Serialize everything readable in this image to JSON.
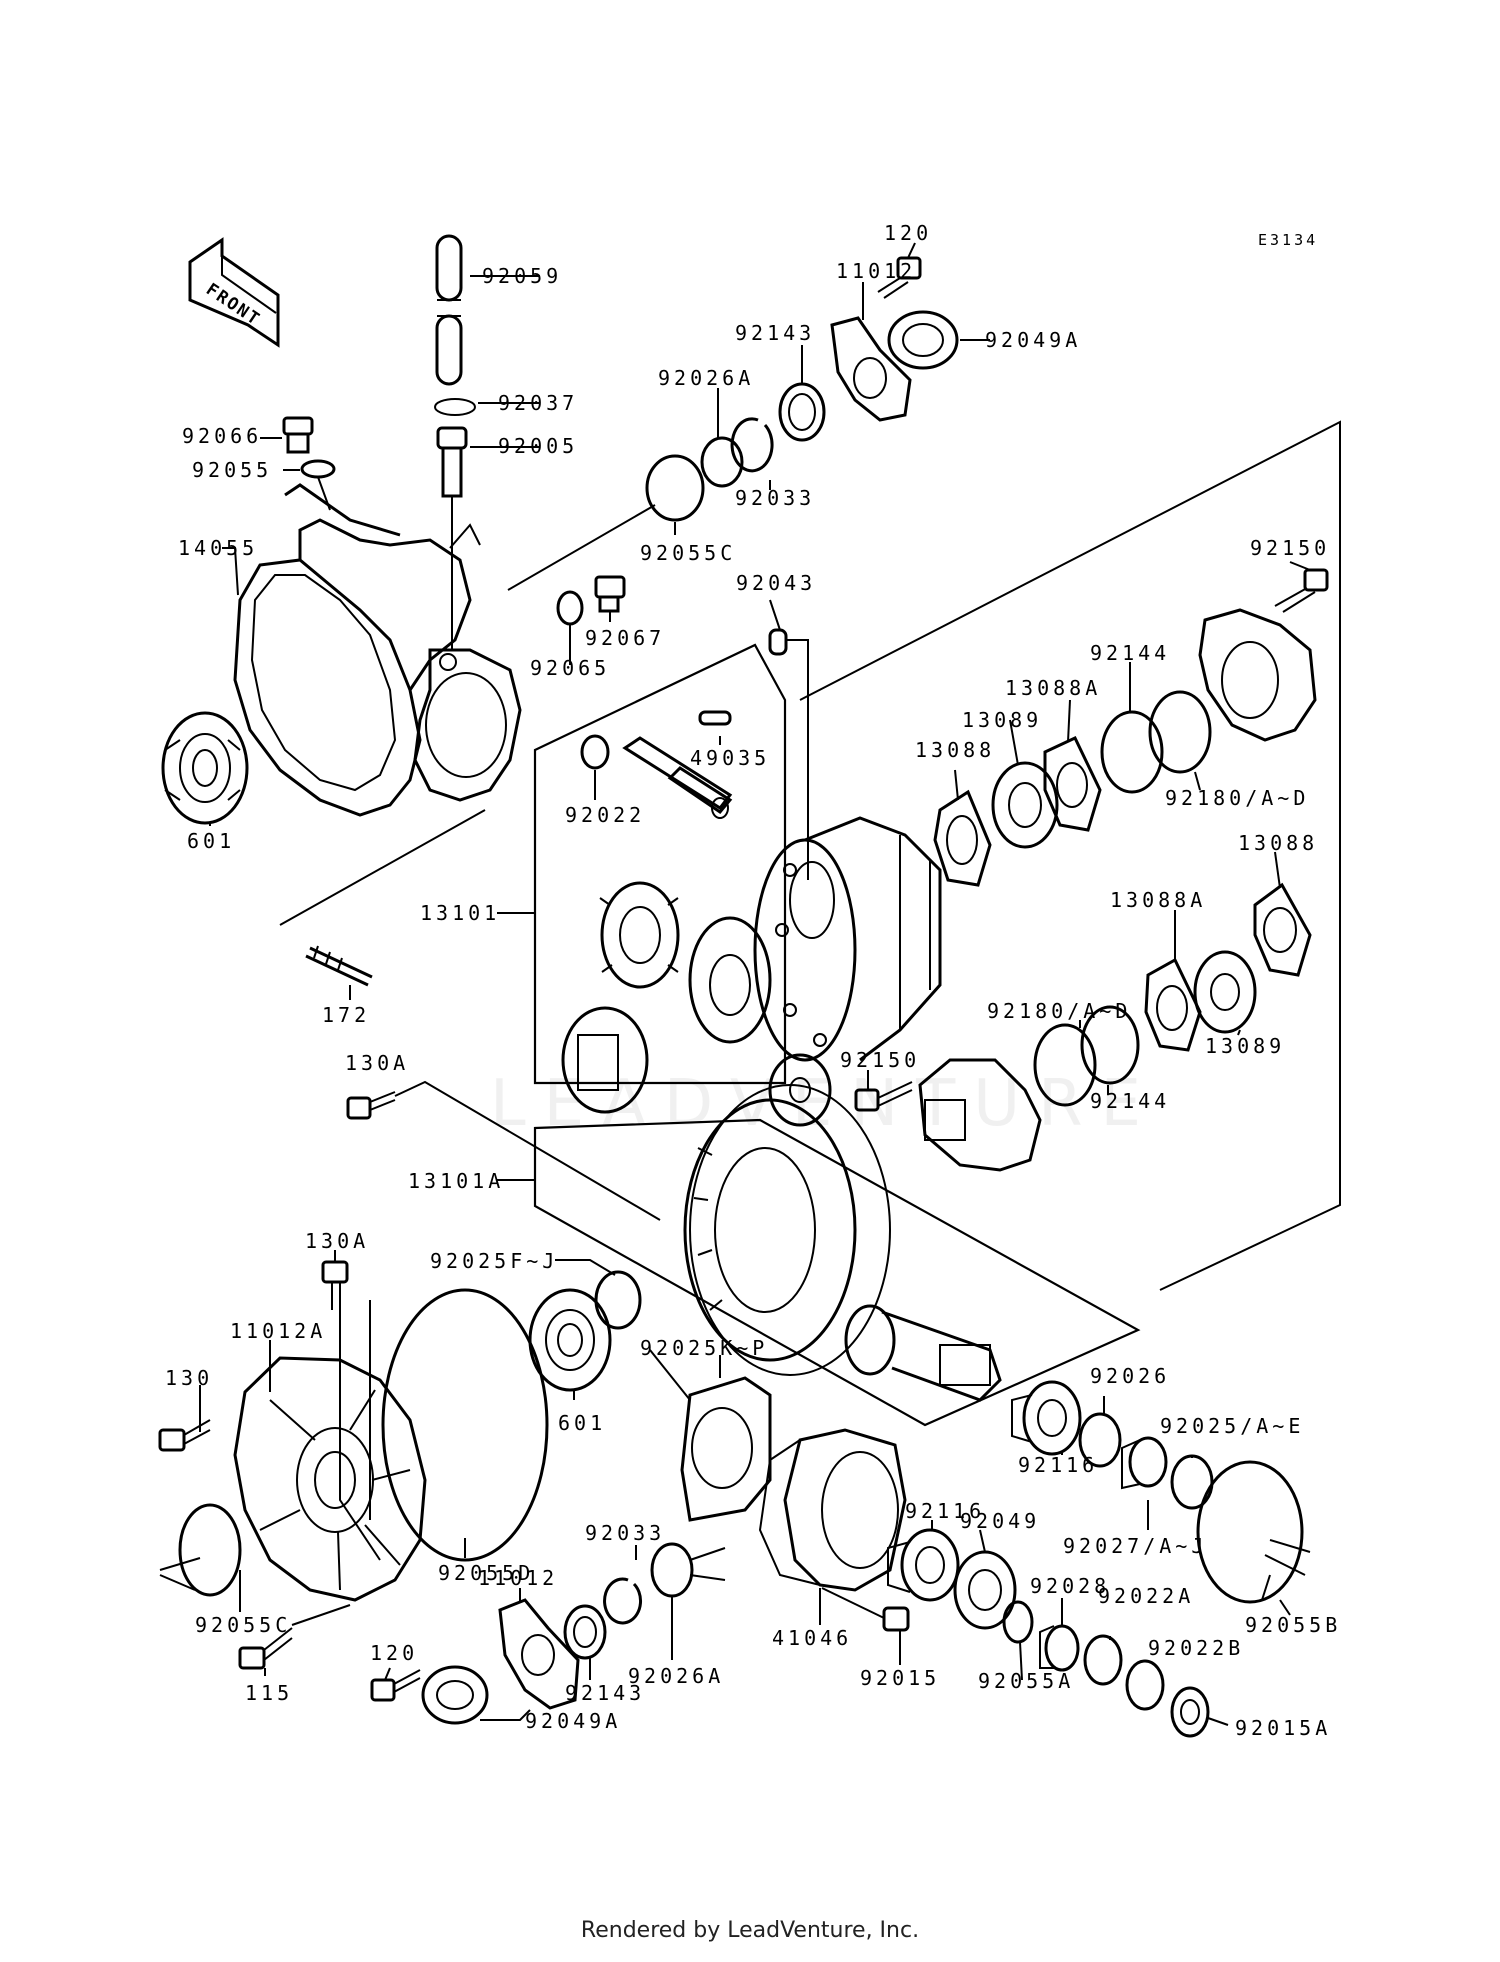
{
  "diagram_code": "E3134",
  "front_label": "FRONT",
  "watermark": "LEADVENTURE",
  "credit": "Rendered by LeadVenture, Inc.",
  "callouts": [
    {
      "id": "c-120-top",
      "text": "120"
    },
    {
      "id": "c-11012-top",
      "text": "11012"
    },
    {
      "id": "c-92059",
      "text": "92059"
    },
    {
      "id": "c-92143-top",
      "text": "92143"
    },
    {
      "id": "c-92049A-top",
      "text": "92049A"
    },
    {
      "id": "c-92026A-top",
      "text": "92026A"
    },
    {
      "id": "c-92037",
      "text": "92037"
    },
    {
      "id": "c-92066",
      "text": "92066"
    },
    {
      "id": "c-92005",
      "text": "92005"
    },
    {
      "id": "c-92055",
      "text": "92055"
    },
    {
      "id": "c-92033-top",
      "text": "92033"
    },
    {
      "id": "c-14055",
      "text": "14055"
    },
    {
      "id": "c-92055C-top",
      "text": "92055C"
    },
    {
      "id": "c-92150-top",
      "text": "92150"
    },
    {
      "id": "c-92043",
      "text": "92043"
    },
    {
      "id": "c-92067",
      "text": "92067"
    },
    {
      "id": "c-92065",
      "text": "92065"
    },
    {
      "id": "c-92144-top",
      "text": "92144"
    },
    {
      "id": "c-13088A-top",
      "text": "13088A"
    },
    {
      "id": "c-13089-top",
      "text": "13089"
    },
    {
      "id": "c-13088-top",
      "text": "13088"
    },
    {
      "id": "c-49035",
      "text": "49035"
    },
    {
      "id": "c-92180-top",
      "text": "92180/A~D"
    },
    {
      "id": "c-601-top",
      "text": "601"
    },
    {
      "id": "c-92022",
      "text": "92022"
    },
    {
      "id": "c-13088-right",
      "text": "13088"
    },
    {
      "id": "c-13101",
      "text": "13101"
    },
    {
      "id": "c-13088A-right",
      "text": "13088A"
    },
    {
      "id": "c-92180-mid",
      "text": "92180/A~D"
    },
    {
      "id": "c-172",
      "text": "172"
    },
    {
      "id": "c-13089-right",
      "text": "13089"
    },
    {
      "id": "c-92150-mid",
      "text": "92150"
    },
    {
      "id": "c-130A-top",
      "text": "130A"
    },
    {
      "id": "c-92144-mid",
      "text": "92144"
    },
    {
      "id": "c-13101A",
      "text": "13101A"
    },
    {
      "id": "c-130A-bot",
      "text": "130A"
    },
    {
      "id": "c-92025FJ",
      "text": "92025F~J"
    },
    {
      "id": "c-11012A",
      "text": "11012A"
    },
    {
      "id": "c-92025KP",
      "text": "92025K~P"
    },
    {
      "id": "c-130",
      "text": "130"
    },
    {
      "id": "c-92026",
      "text": "92026"
    },
    {
      "id": "c-601-bot",
      "text": "601"
    },
    {
      "id": "c-92025AE",
      "text": "92025/A~E"
    },
    {
      "id": "c-92116-upper",
      "text": "92116"
    },
    {
      "id": "c-92116-lower",
      "text": "92116"
    },
    {
      "id": "c-92055D",
      "text": "92055D"
    },
    {
      "id": "c-92049",
      "text": "92049"
    },
    {
      "id": "c-92027",
      "text": "92027/A~J"
    },
    {
      "id": "c-92033-bot",
      "text": "92033"
    },
    {
      "id": "c-11012-bot",
      "text": "11012"
    },
    {
      "id": "c-92028",
      "text": "92028"
    },
    {
      "id": "c-92022A",
      "text": "92022A"
    },
    {
      "id": "c-92055C-bot",
      "text": "92055C"
    },
    {
      "id": "c-41046",
      "text": "41046"
    },
    {
      "id": "c-92055B",
      "text": "92055B"
    },
    {
      "id": "c-92026A-bot",
      "text": "92026A"
    },
    {
      "id": "c-120-bot",
      "text": "120"
    },
    {
      "id": "c-92022B",
      "text": "92022B"
    },
    {
      "id": "c-92143-bot",
      "text": "92143"
    },
    {
      "id": "c-115",
      "text": "115"
    },
    {
      "id": "c-92015",
      "text": "92015"
    },
    {
      "id": "c-92055A",
      "text": "92055A"
    },
    {
      "id": "c-92015A",
      "text": "92015A"
    },
    {
      "id": "c-92049A-bot",
      "text": "92049A"
    }
  ]
}
